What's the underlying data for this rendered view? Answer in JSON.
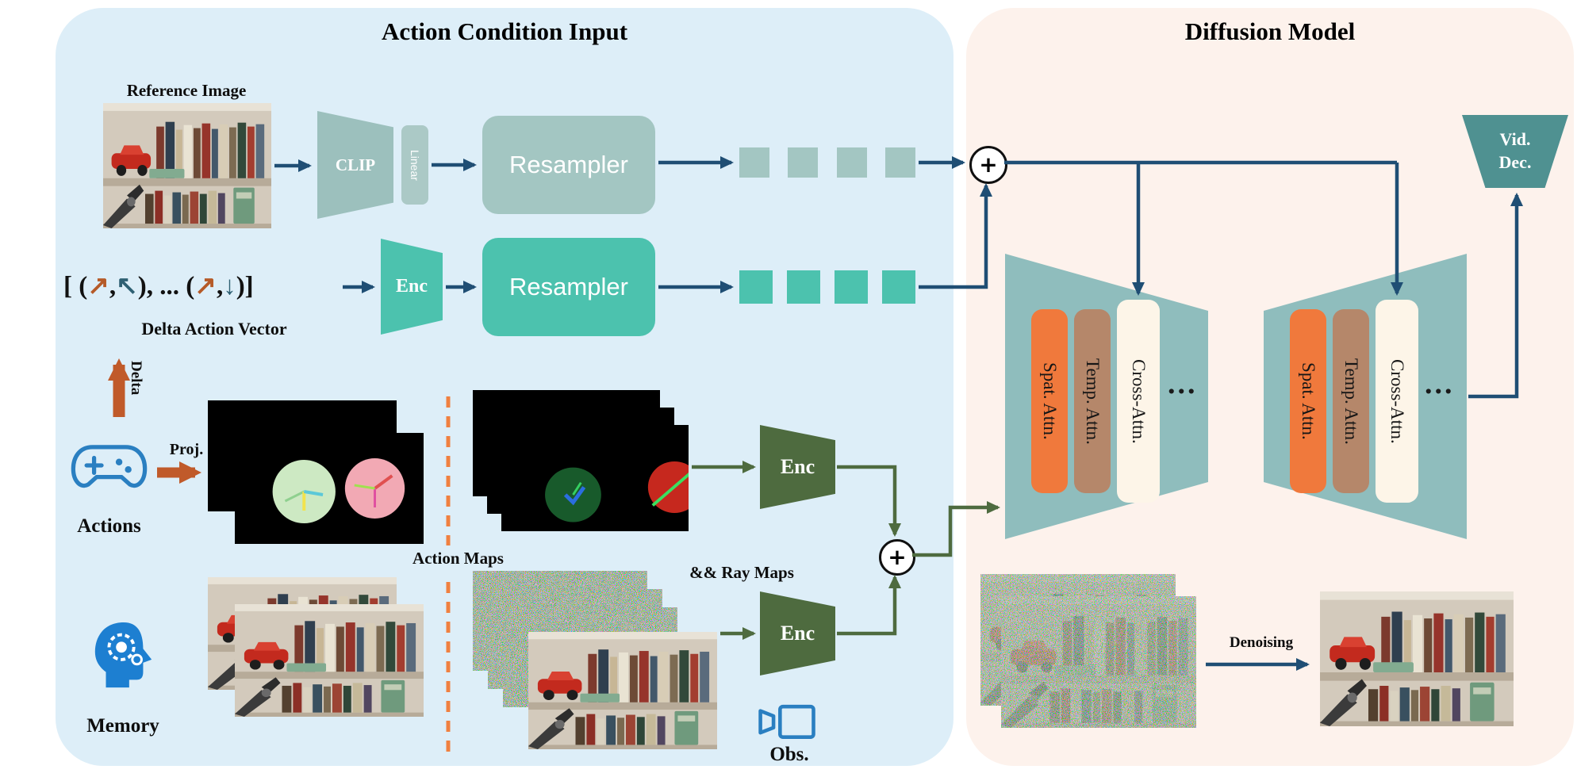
{
  "symbols": {
    "plus": "+",
    "ellipsis": "..."
  },
  "left_panel": {
    "title": "Action Condition Input",
    "reference_image_label": "Reference Image",
    "clip": "CLIP",
    "linear": "Linear",
    "resampler_image": "Resampler",
    "resampler_action": "Resampler",
    "enc_action": "Enc",
    "delta_vector": {
      "open": "[ (",
      "a1": "↗",
      "c1": ",",
      "a2": "↖",
      "mid": "), ... (",
      "a3": "↗",
      "c2": ",",
      "a4": "↓",
      "close": ")]"
    },
    "delta_vector_label": "Delta Action Vector",
    "delta_label": "Delta",
    "proj_label": "Proj.",
    "actions_label": "Actions",
    "action_maps_label": "Action Maps",
    "ray_maps_label": "&& Ray Maps",
    "enc_actionmaps": "Enc",
    "enc_obs": "Enc",
    "memory_label": "Memory",
    "obs_label": "Obs."
  },
  "right_panel": {
    "title": "Diffusion Model",
    "attention_bars": [
      {
        "label": "Spat. Attn.",
        "color": "#f0793c"
      },
      {
        "label": "Temp. Attn.",
        "color": "#b5876a"
      },
      {
        "label": "Cross-Attn.",
        "color": "#fdf5e8"
      }
    ],
    "vid_dec": {
      "line1": "Vid.",
      "line2": "Dec."
    },
    "denoising_label": "Denoising"
  },
  "colors": {
    "left_panel_bg": "#ddeef8",
    "right_panel_bg": "#fdf2ec",
    "muted_teal": "#a3c6c2",
    "bright_teal": "#4cc2ae",
    "unet_teal": "#8fbdbd",
    "vid_dec_teal": "#4f9191",
    "enc_green": "#4e6b3f",
    "arrow_blue": "#1f4e74",
    "arrow_orange": "#c05a2a",
    "arrow_green": "#4e6b3f",
    "dashed_separator": "#f08040"
  }
}
